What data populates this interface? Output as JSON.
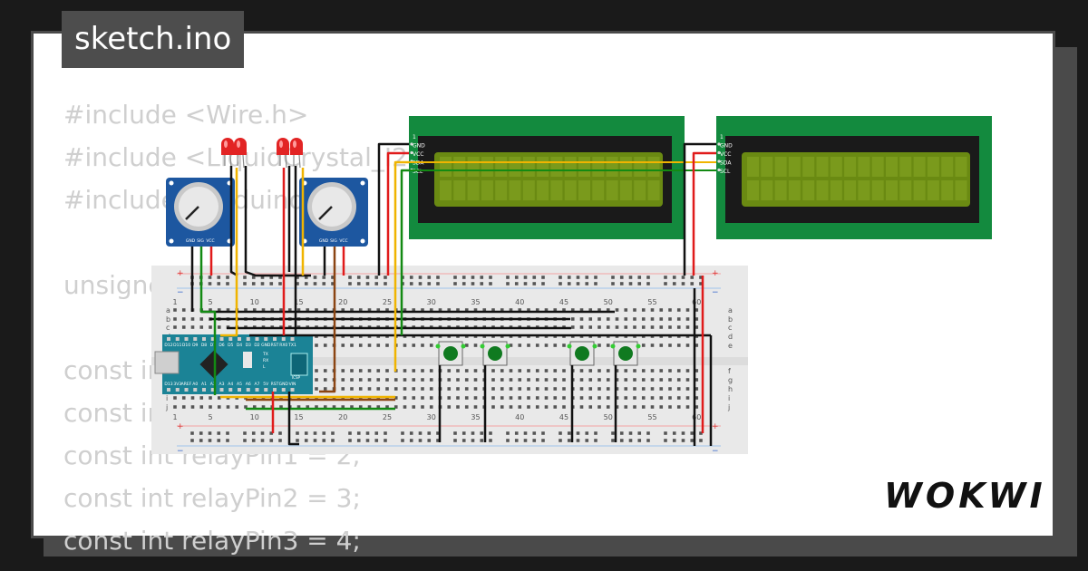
{
  "file_tab": {
    "label": "sketch.ino"
  },
  "logo": {
    "text": "WOKWI"
  },
  "code": {
    "lines": [
      "#include <Wire.h>",
      "#include <LiquidCrystal_I2C.h>",
      "#include <Arduino.h>",
      "",
      "unsigned long previousMillis = 0;",
      "",
      "const int potPin1 = A0;",
      "const int potPin2 = A1;",
      "const int relayPin1 = 2;",
      "const int relayPin2 = 3;",
      "const int relayPin3 = 4;"
    ]
  },
  "lcd": {
    "pins": [
      "1",
      "GND",
      "VCC",
      "SDA",
      "SCL"
    ]
  },
  "potentiometer": {
    "pins": [
      "GND",
      "SIG",
      "VCC"
    ]
  },
  "breadboard": {
    "columns": [
      "1",
      "5",
      "10",
      "15",
      "20",
      "25",
      "30",
      "35",
      "40",
      "45",
      "50",
      "55",
      "60"
    ],
    "rows_top": [
      "a",
      "b",
      "c",
      "d",
      "e"
    ],
    "rows_bottom": [
      "f",
      "g",
      "h",
      "i",
      "j"
    ],
    "rail_plus": "+",
    "rail_minus": "−"
  },
  "arduino": {
    "top_pins": [
      "D12",
      "D11",
      "D10",
      "D9",
      "D8",
      "D7",
      "D6",
      "D5",
      "D4",
      "D3",
      "D2",
      "GND",
      "RST",
      "RX0",
      "TX1"
    ],
    "bottom_pins": [
      "D13",
      "3V3",
      "AREF",
      "A0",
      "A1",
      "A2",
      "A3",
      "A4",
      "A5",
      "A6",
      "A7",
      "5V",
      "RST",
      "GND",
      "VIN"
    ],
    "labels": [
      "TX",
      "RX",
      "L",
      "ICSP"
    ]
  },
  "colors": {
    "wire_black": "#111111",
    "wire_red": "#e01b1b",
    "wire_green": "#138a13",
    "wire_yellow": "#f0b400",
    "wire_brown": "#8b4513",
    "lcd_pcb": "#138a3e",
    "lcd_screen": "#6a8a12",
    "pot_body": "#1d57a0",
    "arduino_board": "#1b8396",
    "button_cap": "#107a20",
    "led_red": "#e22424"
  }
}
